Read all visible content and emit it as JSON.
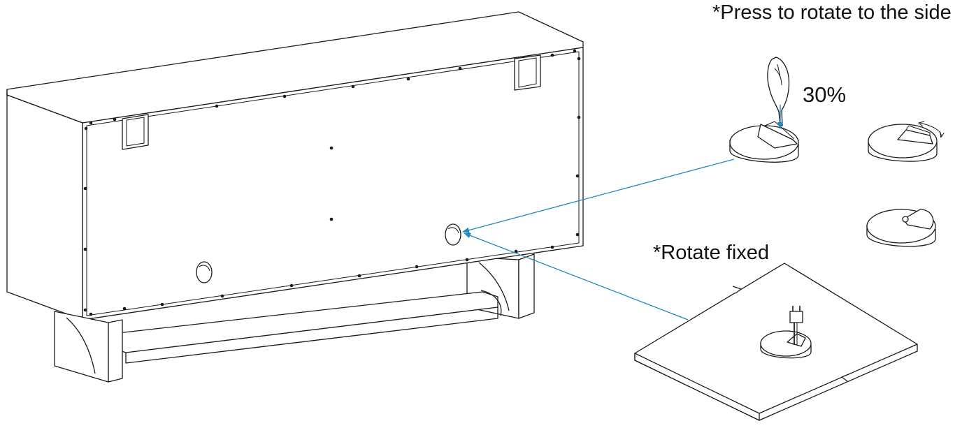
{
  "annotations": {
    "press_instruction": "*Press to rotate to the side",
    "press_percent": "30%",
    "rotate_instruction": "*Rotate fixed"
  },
  "colors": {
    "line": "#1a1a1a",
    "leader_line": "#1f8ac0",
    "background": "#ffffff"
  },
  "parts": {
    "cabinet": "cabinet-back-panel",
    "grommet_steps": [
      "grommet-cap-pressed",
      "grommet-cap-rotating",
      "grommet-cap-rotated-side"
    ],
    "tabletop_detail": "tabletop-with-plug-through-grommet"
  }
}
